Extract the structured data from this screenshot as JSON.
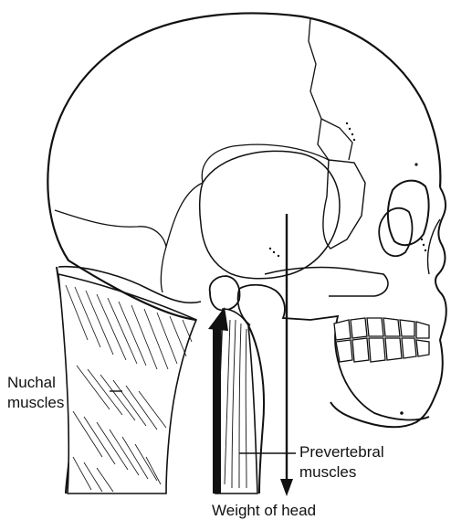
{
  "labels": {
    "nuchal_line1": "Nuchal",
    "nuchal_line2": "muscles",
    "prevertebral_line1": "Prevertebral",
    "prevertebral_line2": "muscles",
    "weight": "Weight of head"
  },
  "colors": {
    "ink": "#111111",
    "background": "#ffffff"
  }
}
